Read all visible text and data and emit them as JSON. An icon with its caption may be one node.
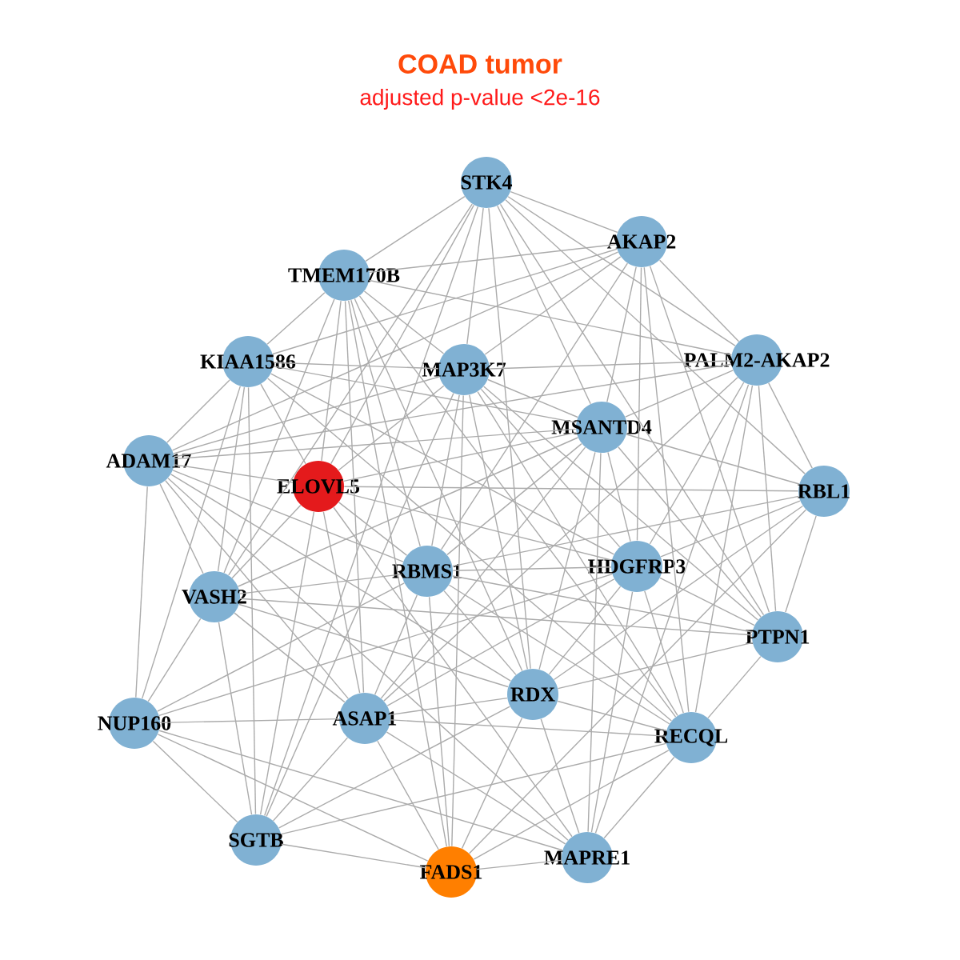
{
  "diagram": {
    "title": "COAD tumor",
    "labels": [
      "adjusted p-value <2e-16"
    ],
    "nodes": [
      {
        "text": [
          "STK4"
        ]
      },
      {
        "text": [
          "AKAP2"
        ]
      },
      {
        "text": [
          "TMEM170B"
        ]
      },
      {
        "text": [
          "KIAA1586"
        ]
      },
      {
        "text": [
          "MAP3K7"
        ]
      },
      {
        "text": [
          "PALM2-AKAP2"
        ]
      },
      {
        "text": [
          "MSANTD4"
        ]
      },
      {
        "text": [
          "ADAM17"
        ]
      },
      {
        "text": [
          "ELOVL5"
        ]
      },
      {
        "text": [
          "RBL1"
        ]
      },
      {
        "text": [
          "RBMS1"
        ]
      },
      {
        "text": [
          "HDGFRP3"
        ]
      },
      {
        "text": [
          "VASH2"
        ]
      },
      {
        "text": [
          "PTPN1"
        ]
      },
      {
        "text": [
          "RDX"
        ]
      },
      {
        "text": [
          "NUP160"
        ]
      },
      {
        "text": [
          "ASAP1"
        ]
      },
      {
        "text": [
          "RECQL"
        ]
      },
      {
        "text": [
          "SGTB"
        ]
      },
      {
        "text": [
          "FADS1"
        ]
      },
      {
        "text": [
          "MAPRE1"
        ]
      }
    ],
    "edges": [
      {
        "from": 0,
        "to": 1,
        "arrow": "none"
      },
      {
        "from": 0,
        "to": 2,
        "arrow": "none"
      },
      {
        "from": 0,
        "to": 4,
        "arrow": "none"
      },
      {
        "from": 0,
        "to": 5,
        "arrow": "none"
      },
      {
        "from": 0,
        "to": 6,
        "arrow": "none"
      },
      {
        "from": 0,
        "to": 8,
        "arrow": "none"
      },
      {
        "from": 0,
        "to": 9,
        "arrow": "none"
      },
      {
        "from": 0,
        "to": 12,
        "arrow": "none"
      },
      {
        "from": 0,
        "to": 13,
        "arrow": "none"
      },
      {
        "from": 0,
        "to": 14,
        "arrow": "none"
      },
      {
        "from": 0,
        "to": 18,
        "arrow": "none"
      },
      {
        "from": 1,
        "to": 2,
        "arrow": "none"
      },
      {
        "from": 1,
        "to": 3,
        "arrow": "none"
      },
      {
        "from": 1,
        "to": 4,
        "arrow": "none"
      },
      {
        "from": 1,
        "to": 5,
        "arrow": "none"
      },
      {
        "from": 1,
        "to": 6,
        "arrow": "none"
      },
      {
        "from": 1,
        "to": 7,
        "arrow": "none"
      },
      {
        "from": 1,
        "to": 10,
        "arrow": "none"
      },
      {
        "from": 1,
        "to": 11,
        "arrow": "none"
      },
      {
        "from": 1,
        "to": 13,
        "arrow": "none"
      },
      {
        "from": 1,
        "to": 17,
        "arrow": "none"
      },
      {
        "from": 2,
        "to": 3,
        "arrow": "none"
      },
      {
        "from": 2,
        "to": 4,
        "arrow": "none"
      },
      {
        "from": 2,
        "to": 5,
        "arrow": "none"
      },
      {
        "from": 2,
        "to": 8,
        "arrow": "none"
      },
      {
        "from": 2,
        "to": 10,
        "arrow": "none"
      },
      {
        "from": 2,
        "to": 12,
        "arrow": "none"
      },
      {
        "from": 2,
        "to": 14,
        "arrow": "none"
      },
      {
        "from": 2,
        "to": 16,
        "arrow": "none"
      },
      {
        "from": 2,
        "to": 17,
        "arrow": "none"
      },
      {
        "from": 2,
        "to": 19,
        "arrow": "none"
      },
      {
        "from": 3,
        "to": 4,
        "arrow": "none"
      },
      {
        "from": 3,
        "to": 6,
        "arrow": "none"
      },
      {
        "from": 3,
        "to": 7,
        "arrow": "none"
      },
      {
        "from": 3,
        "to": 8,
        "arrow": "none"
      },
      {
        "from": 3,
        "to": 11,
        "arrow": "none"
      },
      {
        "from": 3,
        "to": 12,
        "arrow": "none"
      },
      {
        "from": 3,
        "to": 15,
        "arrow": "none"
      },
      {
        "from": 3,
        "to": 17,
        "arrow": "none"
      },
      {
        "from": 3,
        "to": 18,
        "arrow": "none"
      },
      {
        "from": 4,
        "to": 5,
        "arrow": "none"
      },
      {
        "from": 4,
        "to": 6,
        "arrow": "none"
      },
      {
        "from": 4,
        "to": 7,
        "arrow": "none"
      },
      {
        "from": 4,
        "to": 8,
        "arrow": "none"
      },
      {
        "from": 4,
        "to": 10,
        "arrow": "none"
      },
      {
        "from": 4,
        "to": 11,
        "arrow": "none"
      },
      {
        "from": 4,
        "to": 13,
        "arrow": "none"
      },
      {
        "from": 4,
        "to": 14,
        "arrow": "none"
      },
      {
        "from": 4,
        "to": 17,
        "arrow": "none"
      },
      {
        "from": 4,
        "to": 18,
        "arrow": "none"
      },
      {
        "from": 4,
        "to": 19,
        "arrow": "none"
      },
      {
        "from": 5,
        "to": 6,
        "arrow": "none"
      },
      {
        "from": 5,
        "to": 7,
        "arrow": "none"
      },
      {
        "from": 5,
        "to": 9,
        "arrow": "none"
      },
      {
        "from": 5,
        "to": 11,
        "arrow": "none"
      },
      {
        "from": 5,
        "to": 13,
        "arrow": "none"
      },
      {
        "from": 5,
        "to": 16,
        "arrow": "none"
      },
      {
        "from": 5,
        "to": 17,
        "arrow": "none"
      },
      {
        "from": 5,
        "to": 20,
        "arrow": "none"
      },
      {
        "from": 6,
        "to": 7,
        "arrow": "none"
      },
      {
        "from": 6,
        "to": 8,
        "arrow": "none"
      },
      {
        "from": 6,
        "to": 9,
        "arrow": "none"
      },
      {
        "from": 6,
        "to": 10,
        "arrow": "none"
      },
      {
        "from": 6,
        "to": 11,
        "arrow": "none"
      },
      {
        "from": 6,
        "to": 12,
        "arrow": "none"
      },
      {
        "from": 6,
        "to": 13,
        "arrow": "none"
      },
      {
        "from": 6,
        "to": 14,
        "arrow": "none"
      },
      {
        "from": 6,
        "to": 16,
        "arrow": "none"
      },
      {
        "from": 6,
        "to": 20,
        "arrow": "none"
      },
      {
        "from": 7,
        "to": 8,
        "arrow": "none"
      },
      {
        "from": 7,
        "to": 10,
        "arrow": "none"
      },
      {
        "from": 7,
        "to": 12,
        "arrow": "none"
      },
      {
        "from": 7,
        "to": 14,
        "arrow": "none"
      },
      {
        "from": 7,
        "to": 15,
        "arrow": "none"
      },
      {
        "from": 7,
        "to": 16,
        "arrow": "none"
      },
      {
        "from": 7,
        "to": 20,
        "arrow": "none"
      },
      {
        "from": 8,
        "to": 9,
        "arrow": "none"
      },
      {
        "from": 8,
        "to": 10,
        "arrow": "none"
      },
      {
        "from": 8,
        "to": 11,
        "arrow": "none"
      },
      {
        "from": 8,
        "to": 12,
        "arrow": "none"
      },
      {
        "from": 8,
        "to": 16,
        "arrow": "none"
      },
      {
        "from": 8,
        "to": 18,
        "arrow": "none"
      },
      {
        "from": 8,
        "to": 20,
        "arrow": "none"
      },
      {
        "from": 9,
        "to": 10,
        "arrow": "none"
      },
      {
        "from": 9,
        "to": 11,
        "arrow": "none"
      },
      {
        "from": 9,
        "to": 13,
        "arrow": "none"
      },
      {
        "from": 9,
        "to": 14,
        "arrow": "none"
      },
      {
        "from": 9,
        "to": 19,
        "arrow": "none"
      },
      {
        "from": 10,
        "to": 11,
        "arrow": "none"
      },
      {
        "from": 10,
        "to": 12,
        "arrow": "none"
      },
      {
        "from": 10,
        "to": 13,
        "arrow": "none"
      },
      {
        "from": 10,
        "to": 14,
        "arrow": "none"
      },
      {
        "from": 10,
        "to": 15,
        "arrow": "none"
      },
      {
        "from": 10,
        "to": 16,
        "arrow": "none"
      },
      {
        "from": 10,
        "to": 17,
        "arrow": "none"
      },
      {
        "from": 10,
        "to": 19,
        "arrow": "none"
      },
      {
        "from": 11,
        "to": 13,
        "arrow": "none"
      },
      {
        "from": 11,
        "to": 14,
        "arrow": "none"
      },
      {
        "from": 11,
        "to": 15,
        "arrow": "none"
      },
      {
        "from": 11,
        "to": 16,
        "arrow": "none"
      },
      {
        "from": 11,
        "to": 17,
        "arrow": "none"
      },
      {
        "from": 11,
        "to": 20,
        "arrow": "none"
      },
      {
        "from": 12,
        "to": 13,
        "arrow": "none"
      },
      {
        "from": 12,
        "to": 14,
        "arrow": "none"
      },
      {
        "from": 12,
        "to": 15,
        "arrow": "none"
      },
      {
        "from": 12,
        "to": 16,
        "arrow": "none"
      },
      {
        "from": 12,
        "to": 18,
        "arrow": "none"
      },
      {
        "from": 13,
        "to": 14,
        "arrow": "none"
      },
      {
        "from": 13,
        "to": 17,
        "arrow": "none"
      },
      {
        "from": 14,
        "to": 16,
        "arrow": "none"
      },
      {
        "from": 14,
        "to": 17,
        "arrow": "none"
      },
      {
        "from": 14,
        "to": 18,
        "arrow": "none"
      },
      {
        "from": 14,
        "to": 19,
        "arrow": "none"
      },
      {
        "from": 14,
        "to": 20,
        "arrow": "none"
      },
      {
        "from": 15,
        "to": 16,
        "arrow": "none"
      },
      {
        "from": 15,
        "to": 18,
        "arrow": "none"
      },
      {
        "from": 15,
        "to": 19,
        "arrow": "none"
      },
      {
        "from": 15,
        "to": 20,
        "arrow": "none"
      },
      {
        "from": 16,
        "to": 17,
        "arrow": "none"
      },
      {
        "from": 16,
        "to": 18,
        "arrow": "none"
      },
      {
        "from": 16,
        "to": 19,
        "arrow": "none"
      },
      {
        "from": 16,
        "to": 20,
        "arrow": "none"
      },
      {
        "from": 17,
        "to": 18,
        "arrow": "none"
      },
      {
        "from": 17,
        "to": 19,
        "arrow": "none"
      },
      {
        "from": 17,
        "to": 20,
        "arrow": "none"
      },
      {
        "from": 18,
        "to": 19,
        "arrow": "none"
      },
      {
        "from": 19,
        "to": 20,
        "arrow": "none"
      }
    ]
  }
}
